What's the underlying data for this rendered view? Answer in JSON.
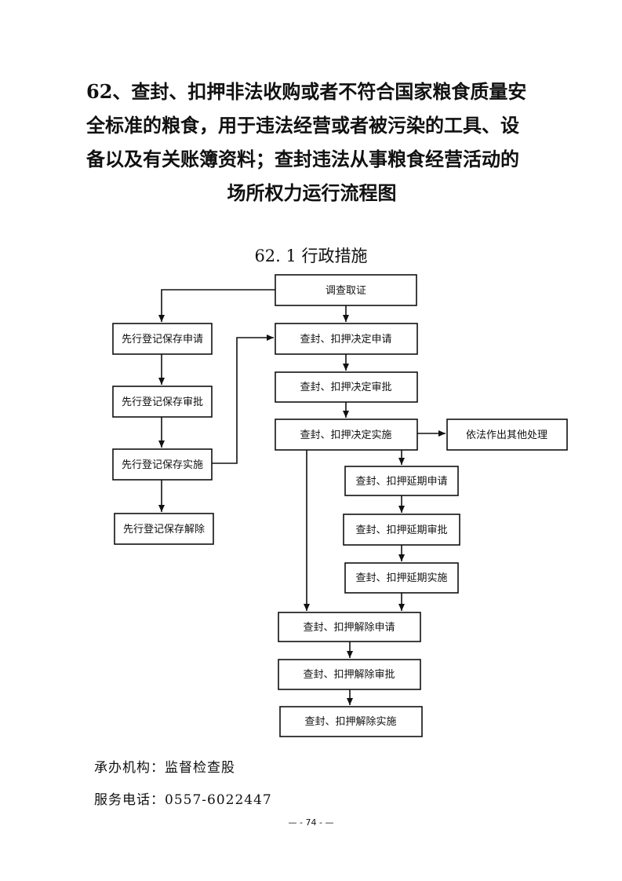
{
  "title_lines": [
    "62、查封、扣押非法收购或者不符合国家粮食质量安",
    "全标准的粮食，用于违法经营或者被污染的工具、设",
    "备以及有关账簿资料；查封违法从事粮食经营活动的",
    "场所权力运行流程图"
  ],
  "subtitle": "62. 1 行政措施",
  "nodes": {
    "investigate": "调查取证",
    "pre_reg_apply": "先行登记保存申请",
    "pre_reg_approve": "先行登记保存审批",
    "pre_reg_implement": "先行登记保存实施",
    "pre_reg_release": "先行登记保存解除",
    "seize_apply": "查封、扣押决定申请",
    "seize_approve": "查封、扣押决定审批",
    "seize_implement": "查封、扣押决定实施",
    "other_handling": "依法作出其他处理",
    "extend_apply": "查封、扣押延期申请",
    "extend_approve": "查封、扣押延期审批",
    "extend_implement": "查封、扣押延期实施",
    "release_apply": "查封、扣押解除申请",
    "release_approve": "查封、扣押解除审批",
    "release_implement": "查封、扣押解除实施"
  },
  "footer": {
    "agency": "承办机构：监督检查股",
    "phone": "服务电话：0557-6022447"
  },
  "page_number": "— - 74 - —"
}
